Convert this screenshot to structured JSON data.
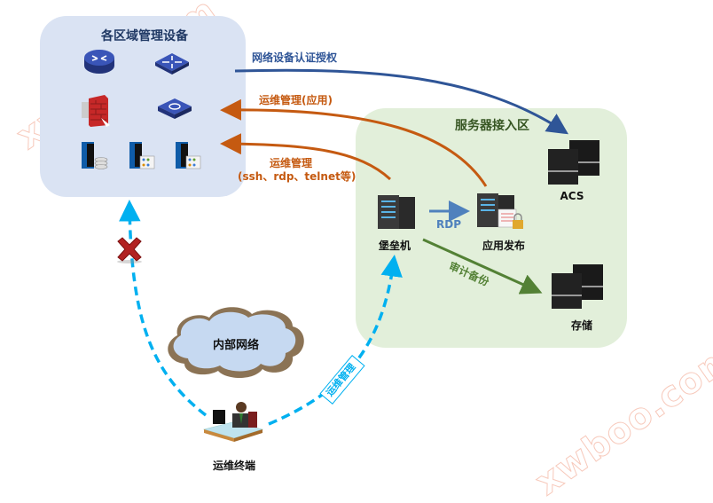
{
  "zones": {
    "management": {
      "title": "各区域管理设备",
      "fill": "#dae3f3",
      "title_color": "#1f3864"
    },
    "server_access": {
      "title": "服务器接入区",
      "fill": "#e2efda",
      "title_color": "#375623"
    }
  },
  "nodes": {
    "acs": {
      "label": "ACS"
    },
    "bastion": {
      "label": "堡垒机"
    },
    "app_publish": {
      "label": "应用发布"
    },
    "storage": {
      "label": "存储"
    },
    "internal_network": {
      "label": "内部网络"
    },
    "ops_terminal": {
      "label": "运维终端"
    }
  },
  "devices": [
    {
      "icon": "router-icon"
    },
    {
      "icon": "switch-icon"
    },
    {
      "icon": "firewall-icon"
    },
    {
      "icon": "l3-switch-icon"
    },
    {
      "icon": "storage-server-icon"
    },
    {
      "icon": "app-server-icon"
    },
    {
      "icon": "app-server-icon"
    }
  ],
  "edges": {
    "auth": {
      "label": "网络设备认证授权",
      "color": "#2f5597"
    },
    "ops_app": {
      "label": "运维管理(应用)",
      "color": "#c55a11"
    },
    "ops_proto_line1": {
      "label": "运维管理",
      "color": "#c55a11"
    },
    "ops_proto_line2": {
      "label": "(ssh、rdp、telnet等)",
      "color": "#c55a11"
    },
    "rdp": {
      "label": "RDP",
      "color": "#4f81bd"
    },
    "audit": {
      "label": "审计备份",
      "color": "#538135"
    },
    "ops_bastion": {
      "label": "运维管理",
      "color": "#00b0f0"
    }
  },
  "blocked_icon": "x-mark-icon",
  "watermark": "xwboo.com"
}
